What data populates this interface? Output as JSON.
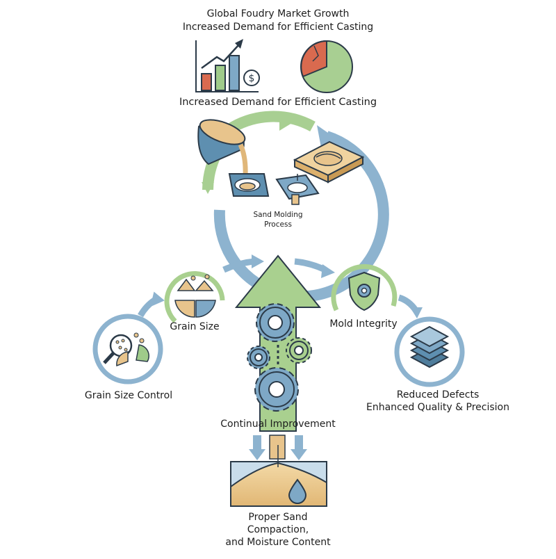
{
  "header": {
    "line1": "Global Foudry Market Growth",
    "line2": "Increased Demand for Efficient Casting",
    "subtitle": "Increased Demand for Efficient Casting"
  },
  "cycle": {
    "label_line1": "Sand Molding",
    "label_line2": "Process"
  },
  "nodes": {
    "grain_size_control": "Grain Size Control",
    "grain_size": "Grain Size",
    "mold_integrity": "Mold Integrity",
    "continual_improvement": "Continual Improvement",
    "reduced_defects_line1": "Reduced Defects",
    "reduced_defects_line2": "Enhanced Quality & Precision",
    "compaction_line1": "Proper Sand",
    "compaction_line2": "Compaction,",
    "compaction_line3": "and Moisture Content"
  },
  "icons": {
    "money": "$",
    "market": "bar-chart-growth-icon",
    "share": "pie-chart-icon",
    "ladle": "ladle-pouring-icon",
    "mold": "sand-mold-icon",
    "pattern": "mold-pattern-icon",
    "grain": "sand-grains-icon",
    "magnifier": "magnifier-icon",
    "shield": "shield-gear-icon",
    "layers": "layers-stack-icon",
    "gears": "gears-icon",
    "droplet": "water-droplet-icon"
  },
  "colors": {
    "blue": "#7ea8c6",
    "blue_dark": "#4f7d9c",
    "green": "#9fcb8a",
    "sand": "#e8c48c",
    "red": "#d96a4f",
    "outline": "#2b3a48"
  }
}
